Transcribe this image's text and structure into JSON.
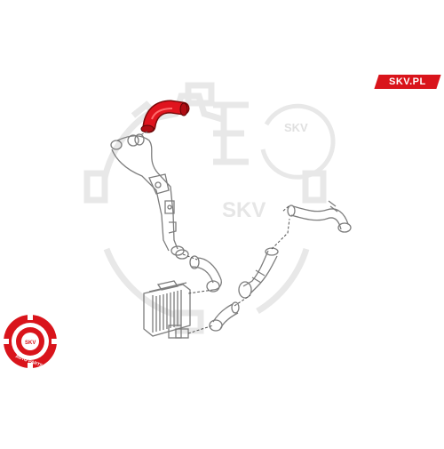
{
  "brand": {
    "badge_text": "SKV.PL",
    "badge_color": "#d9141b"
  },
  "watermark": {
    "text": "SKV",
    "color": "#e4e4e4"
  },
  "seal": {
    "text": "SKV",
    "arc_text": "AUTO PARTS",
    "color": "#d9141b"
  },
  "diagram": {
    "highlight_color": "#e0141e",
    "line_color": "#8a8a8a",
    "highlighted_part": "turbo-hose-red"
  }
}
